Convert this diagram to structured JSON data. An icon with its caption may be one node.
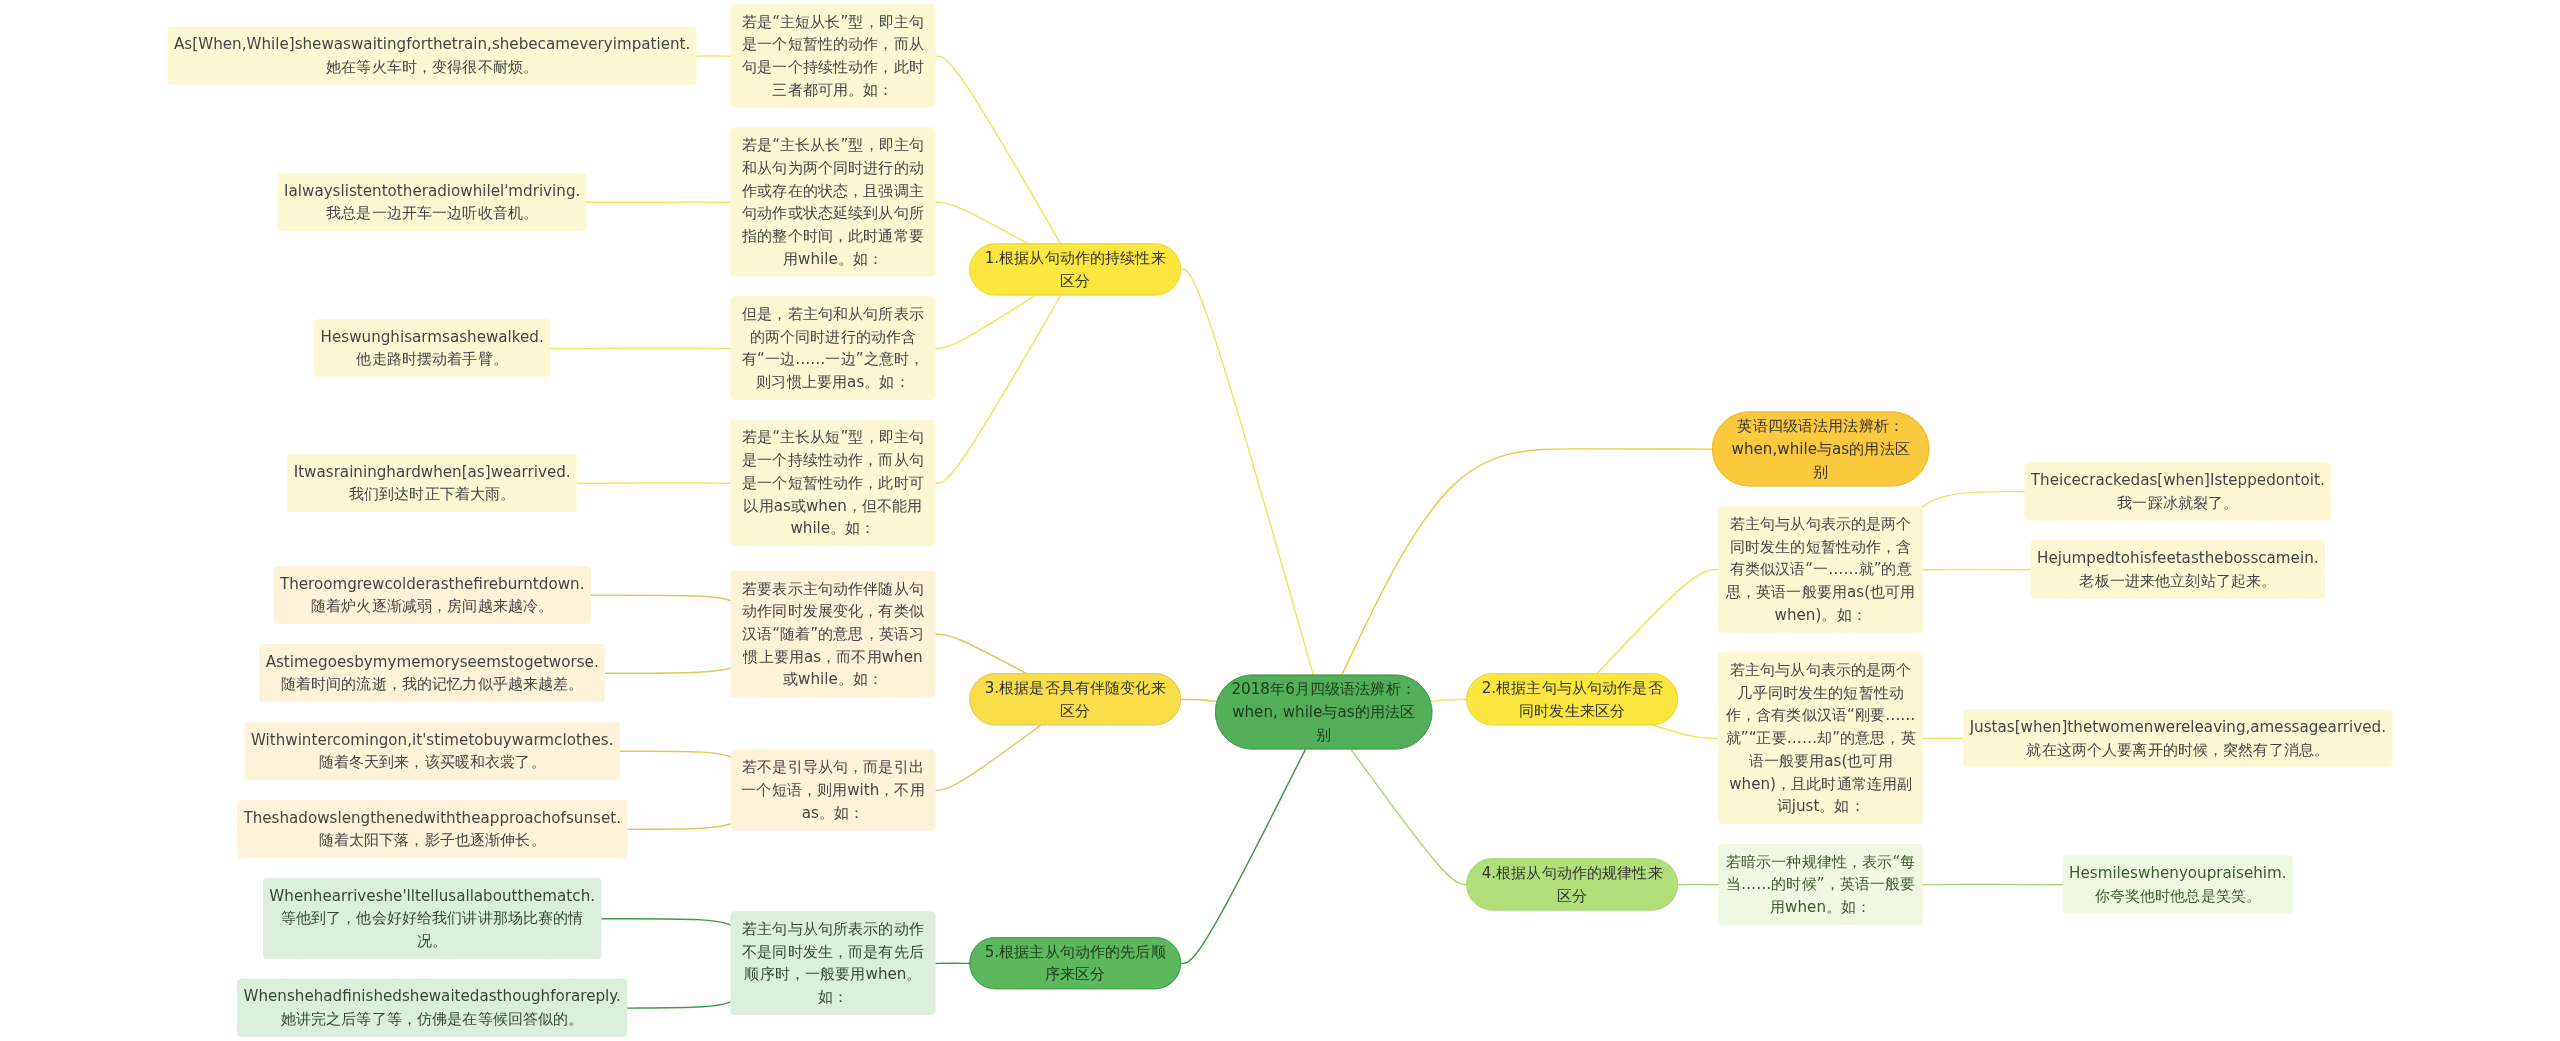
{
  "diagram": {
    "nodes": [
      {
        "text": [
          "2018年6月四级语法辨析：when, while与as的用法区别"
        ]
      },
      {
        "text": [
          "1.根据从句动作的持续性来区分"
        ]
      },
      {
        "text": [
          "若是“主短从长”型，即主句是一个短暂性的动作，而从句是一个持续性动作，此时三者都可用。如："
        ]
      },
      {
        "text": [
          "As[When,While]shewaswaitingforthetrain,shebecameveryimpatient.她在等火车时，变得很不耐烦。"
        ]
      },
      {
        "text": [
          "若是“主长从长”型，即主句和从句为两个同时进行的动作或存在的状态，且强调主句动作或状态延续到从句所指的整个时间，此时通常要用while。如："
        ]
      },
      {
        "text": [
          "Ialwayslistentotheradiowhilel'mdriving.我总是一边开车一边听收音机。"
        ]
      },
      {
        "text": [
          "但是，若主句和从句所表示的两个同时进行的动作含有“一边……一边”之意时，则习惯上要用as。如："
        ]
      },
      {
        "text": [
          "Heswunghisarmsashewalked.他走路时摆动着手臂。"
        ]
      },
      {
        "text": [
          "若是“主长从短”型，即主句是一个持续性动作，而从句是一个短暂性动作，此时可以用as或when，但不能用while。如："
        ]
      },
      {
        "text": [
          "Itwasraininghardwhen[as]wearrived.我们到达时正下着大雨。"
        ]
      },
      {
        "text": [
          "3.根据是否具有伴随变化来区分"
        ]
      },
      {
        "text": [
          "若要表示主句动作伴随从句动作同时发展变化，有类似汉语“随着”的意思，英语习惯上要用as，而不用when或while。如："
        ]
      },
      {
        "text": [
          "Theroomgrewcolderasthefireburntdown.随着炉火逐渐减弱，房间越来越冷。"
        ]
      },
      {
        "text": [
          "Astimegoesbymymemoryseemstogetworse.随着时间的流逝，我的记忆力似乎越来越差。"
        ]
      },
      {
        "text": [
          "若不是引导从句，而是引出一个短语，则用with，不用as。如："
        ]
      },
      {
        "text": [
          "Withwintercomingon,it'stimetobuywarmclothes.随着冬天到来，该买暖和衣裳了。"
        ]
      },
      {
        "text": [
          "Theshadowslengthenedwiththeapproachofsunset.随着太阳下落，影子也逐渐伸长。"
        ]
      },
      {
        "text": [
          "5.根据主从句动作的先后顺序来区分"
        ]
      },
      {
        "text": [
          "若主句与从句所表示的动作不是同时发生，而是有先后顺序时，一般要用when。如："
        ]
      },
      {
        "text": [
          "Whenhearriveshe'lltellusallaboutthematch.等他到了，他会好好给我们讲讲那场比赛的情况。"
        ]
      },
      {
        "text": [
          "Whenshehadfinishedshewaitedasthoughforareply.她讲完之后等了等，仿佛是在等候回答似的。"
        ]
      },
      {
        "text": [
          "英语四级语法用法辨析：when,while与as的用法区别"
        ]
      },
      {
        "text": [
          "2.根据主句与从句动作是否同时发生来区分"
        ]
      },
      {
        "text": [
          "若主句与从句表示的是两个同时发生的短暂性动作，含有类似汉语“一……就”的意思，英语一般要用as(也可用when)。如："
        ]
      },
      {
        "text": [
          "Theicecrackedas[when]Isteppedontoit.我一踩冰就裂了。"
        ]
      },
      {
        "text": [
          "Hejumpedtohisfeetasthebosscamein.老板一进来他立刻站了起来。"
        ]
      },
      {
        "text": [
          "若主句与从句表示的是两个几乎同时发生的短暂性动作，含有类似汉语“刚要……就”“正要……却”的意思，英语一般要用as(也可用when)，且此时通常连用副词just。如："
        ]
      },
      {
        "text": [
          "Justas[when]thetwomenwereleaving,amessagearrived.就在这两个人要离开的时候，突然有了消息。"
        ]
      },
      {
        "text": [
          "4.根据从句动作的规律性来区分"
        ]
      },
      {
        "text": [
          "若暗示一种规律性，表示“每当……的时候”，英语一般要用when。如："
        ]
      },
      {
        "text": [
          "Hesmileswhenyoupraisehim.你夸奖他时他总是笑笑。"
        ]
      }
    ],
    "edges": [
      {
        "from": 0,
        "to": 1,
        "arrow": "none"
      },
      {
        "from": 1,
        "to": 2,
        "arrow": "none"
      },
      {
        "from": 2,
        "to": 3,
        "arrow": "none"
      },
      {
        "from": 1,
        "to": 4,
        "arrow": "none"
      },
      {
        "from": 4,
        "to": 5,
        "arrow": "none"
      },
      {
        "from": 1,
        "to": 6,
        "arrow": "none"
      },
      {
        "from": 6,
        "to": 7,
        "arrow": "none"
      },
      {
        "from": 1,
        "to": 8,
        "arrow": "none"
      },
      {
        "from": 8,
        "to": 9,
        "arrow": "none"
      },
      {
        "from": 0,
        "to": 10,
        "arrow": "none",
        "color": "#e8c45c"
      },
      {
        "from": 10,
        "to": 11,
        "arrow": "none",
        "color": "#e8c45c"
      },
      {
        "from": 11,
        "to": 12,
        "arrow": "none",
        "color": "#e8c45c"
      },
      {
        "from": 11,
        "to": 13,
        "arrow": "none",
        "color": "#e8c45c"
      },
      {
        "from": 10,
        "to": 14,
        "arrow": "none",
        "color": "#e8c45c"
      },
      {
        "from": 14,
        "to": 15,
        "arrow": "none",
        "color": "#e8c45c"
      },
      {
        "from": 14,
        "to": 16,
        "arrow": "none",
        "color": "#e8c45c"
      },
      {
        "from": 0,
        "to": 17,
        "arrow": "none",
        "color": "#3f9a46"
      },
      {
        "from": 17,
        "to": 18,
        "arrow": "none",
        "color": "#3f9a46"
      },
      {
        "from": 18,
        "to": 19,
        "arrow": "none",
        "color": "#3f9a46"
      },
      {
        "from": 18,
        "to": 20,
        "arrow": "none",
        "color": "#3f9a46"
      },
      {
        "from": 0,
        "to": 21,
        "arrow": "none",
        "color": "#f2c744"
      },
      {
        "from": 0,
        "to": 22,
        "arrow": "none"
      },
      {
        "from": 22,
        "to": 23,
        "arrow": "none"
      },
      {
        "from": 23,
        "to": 24,
        "arrow": "none"
      },
      {
        "from": 23,
        "to": 25,
        "arrow": "none"
      },
      {
        "from": 22,
        "to": 26,
        "arrow": "none"
      },
      {
        "from": 26,
        "to": 27,
        "arrow": "none"
      },
      {
        "from": 0,
        "to": 28,
        "arrow": "none",
        "color": "#a6d870"
      },
      {
        "from": 28,
        "to": 29,
        "arrow": "none",
        "color": "#a6d870"
      },
      {
        "from": 29,
        "to": 30,
        "arrow": "none",
        "color": "#a6d870"
      }
    ]
  }
}
